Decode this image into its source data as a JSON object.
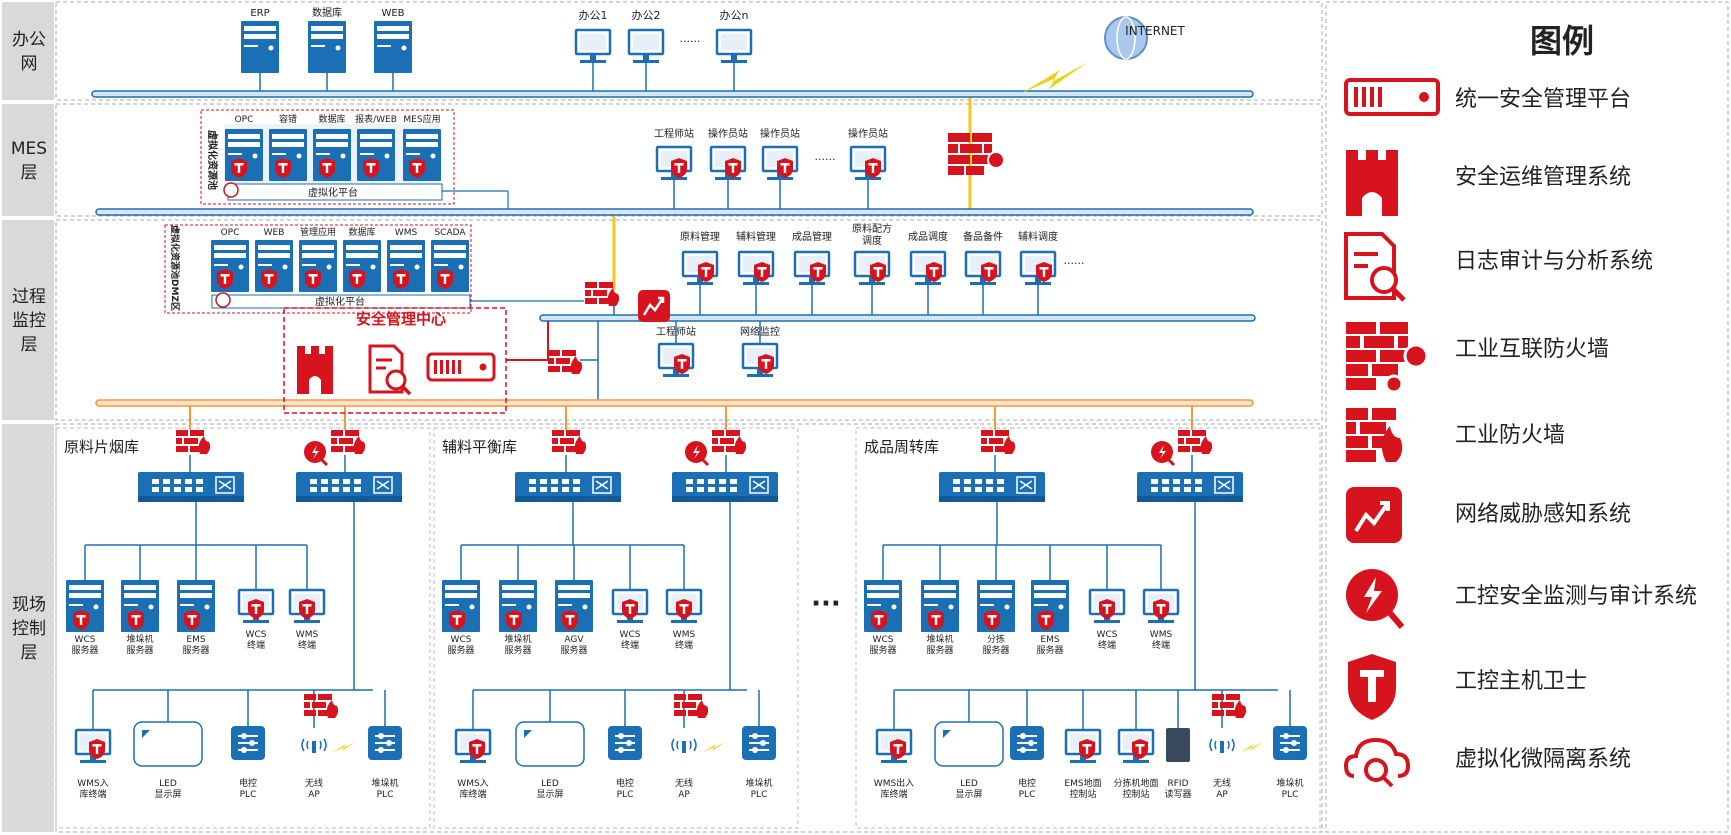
{
  "layers": [
    {
      "key": "office",
      "label": "办公网"
    },
    {
      "key": "mes",
      "label": "MES层"
    },
    {
      "key": "process",
      "label": "过程监控层"
    },
    {
      "key": "field",
      "label": "现场控制层"
    }
  ],
  "office": {
    "servers": [
      "ERP",
      "数据库",
      "WEB"
    ],
    "pcs": [
      "办公1",
      "办公2",
      "办公n"
    ],
    "dots": "......",
    "internet": "INTERNET"
  },
  "mes": {
    "vzone_label": "虚拟化资源池",
    "servers": [
      "OPC",
      "容错",
      "数据库",
      "报表/WEB",
      "MES应用"
    ],
    "platform": "虚拟化平台",
    "stations": [
      "工程师站",
      "操作员站",
      "操作员站",
      "操作员站"
    ],
    "dots": "......"
  },
  "process": {
    "vzone_label": "虚拟化资源池DMZ区",
    "servers": [
      "OPC",
      "WEB",
      "管理应用",
      "数据库",
      "WMS",
      "SCADA"
    ],
    "platform": "虚拟化平台",
    "stations": [
      "原料管理",
      "辅料管理",
      "成品管理",
      "原料配方调度",
      "成品调度",
      "备品备件",
      "辅料调度"
    ],
    "dots": "......",
    "center_title": "安全管理中心",
    "bottom_stations": [
      "工程师站",
      "网络监控"
    ]
  },
  "field": {
    "zones": [
      {
        "title": "原料片烟库",
        "servers": [
          "WCS服务器",
          "堆垛机服务器",
          "EMS服务器"
        ],
        "terminals": [
          "WCS终端",
          "WMS终端"
        ],
        "bottom": [
          "WMS入库终端",
          "LED显示屏",
          "电控PLC",
          "无线AP",
          "堆垛机PLC"
        ]
      },
      {
        "title": "辅料平衡库",
        "servers": [
          "WCS服务器",
          "堆垛机服务器",
          "AGV服务器"
        ],
        "terminals": [
          "WCS终端",
          "WMS终端"
        ],
        "bottom": [
          "WMS入库终端",
          "LED显示屏",
          "电控PLC",
          "无线AP",
          "堆垛机PLC"
        ]
      },
      {
        "title": "成品周转库",
        "servers": [
          "WCS服务器",
          "堆垛机服务器",
          "分拣服务器",
          "EMS服务器"
        ],
        "terminals": [
          "WCS终端",
          "WMS终端"
        ],
        "bottom": [
          "WMS出入库终端",
          "LED显示屏",
          "电控PLC",
          "EMS地面控制站",
          "分拣机地面控制站",
          "RFID读写器",
          "无线AP",
          "堆垛机PLC"
        ]
      }
    ],
    "ellipsis": "···"
  },
  "legend": {
    "title": "图例",
    "items": [
      {
        "icon": "unified-platform-icon",
        "label": "统一安全管理平台"
      },
      {
        "icon": "ops-management-icon",
        "label": "安全运维管理系统"
      },
      {
        "icon": "log-audit-icon",
        "label": "日志审计与分析系统"
      },
      {
        "icon": "industrial-internet-firewall-icon",
        "label": "工业互联防火墙"
      },
      {
        "icon": "industrial-firewall-icon",
        "label": "工业防火墙"
      },
      {
        "icon": "threat-awareness-icon",
        "label": "网络威胁感知系统"
      },
      {
        "icon": "ics-monitor-audit-icon",
        "label": "工控安全监测与审计系统"
      },
      {
        "icon": "host-guard-icon",
        "label": "工控主机卫士"
      },
      {
        "icon": "micro-isolation-icon",
        "label": "虚拟化微隔离系统"
      }
    ]
  },
  "colors": {
    "red": "#d7141e",
    "blue": "#1b6fb5",
    "orange": "#f4a460",
    "yellow": "#f5c518",
    "layer_bg": "#d9d9d9"
  }
}
